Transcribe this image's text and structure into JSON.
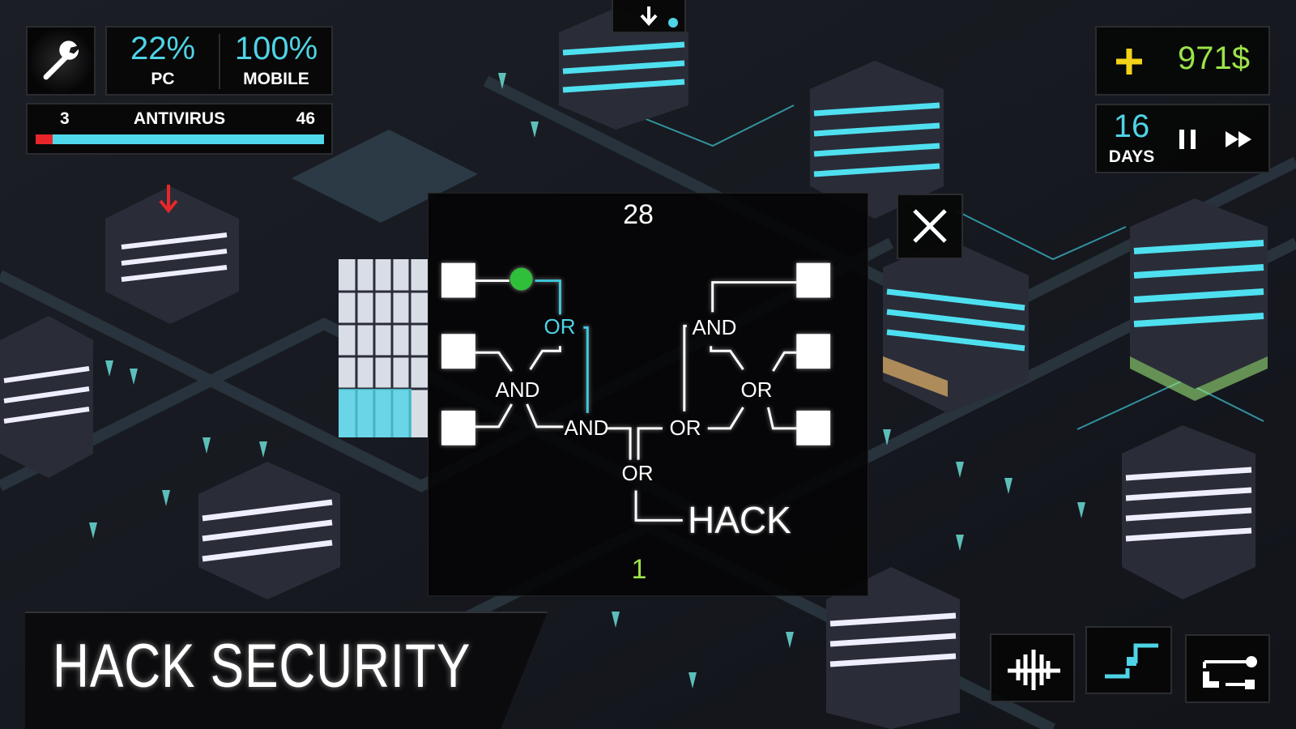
{
  "hud": {
    "settings_icon": "wrench-icon",
    "pc_value": "22%",
    "pc_label": "PC",
    "mobile_value": "100%",
    "mobile_label": "MOBILE",
    "antivirus": {
      "left_value": "3",
      "label": "ANTIVIRUS",
      "right_value": "46",
      "progress_fraction": 0.06
    },
    "money": "971$",
    "add_money_icon": "plus-icon",
    "days_value": "16",
    "days_label": "DAYS",
    "pause_icon": "pause-icon",
    "fast_forward_icon": "fast-forward-icon",
    "notification_icon": "download-arrow-icon"
  },
  "puzzle": {
    "timer": "28",
    "gates": {
      "or_top_left": "OR",
      "and_left": "AND",
      "and_center": "AND",
      "or_center": "OR",
      "or_bottom": "OR",
      "and_right": "AND",
      "or_right": "OR"
    },
    "target_label": "HACK",
    "score": "1",
    "close_icon": "close-icon"
  },
  "banner": {
    "title": "HACK SECURITY"
  },
  "tools": [
    {
      "icon": "signal-wave-icon"
    },
    {
      "icon": "step-path-icon"
    },
    {
      "icon": "connection-icon"
    }
  ],
  "colors": {
    "accent": "#4fd3e6",
    "money": "#9be34a",
    "plus": "#f3d21a",
    "danger": "#e8262a",
    "success": "#2fbf3a"
  }
}
